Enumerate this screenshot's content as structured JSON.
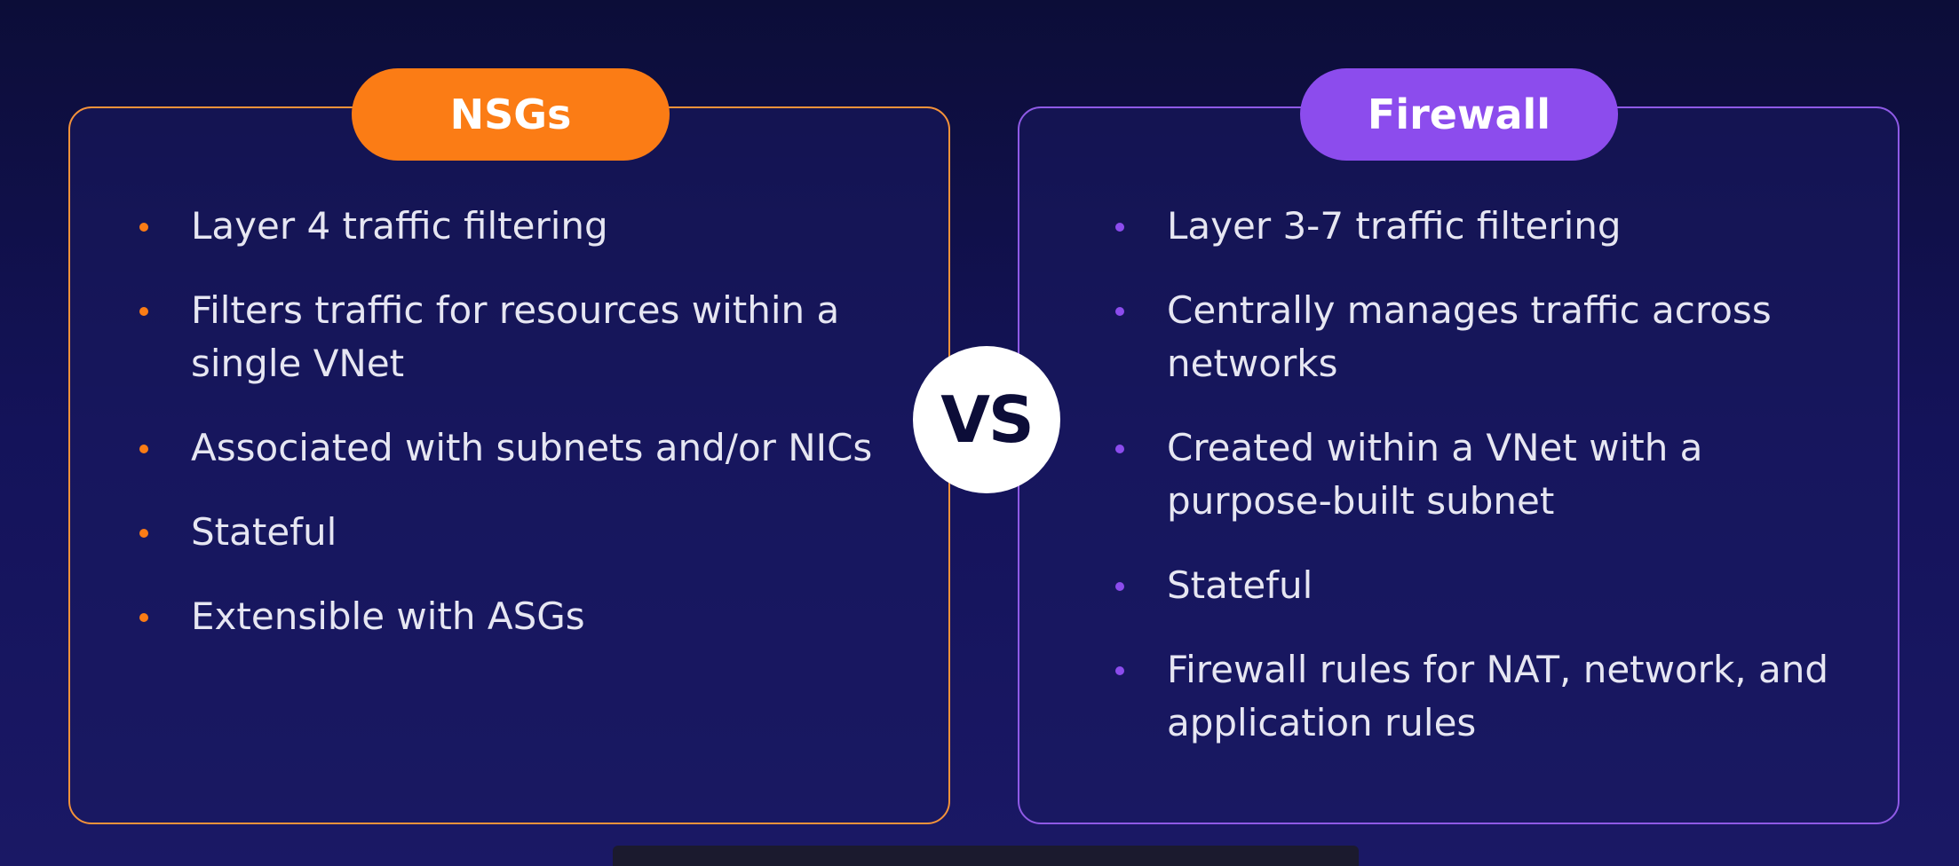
{
  "nsg": {
    "title": "NSGs",
    "accent_color": "#fb7c15",
    "items": [
      "Layer 4 traffic filtering",
      "Filters traffic for resources within a single VNet",
      "Associated with subnets and/or NICs",
      "Stateful",
      "Extensible with ASGs"
    ]
  },
  "firewall": {
    "title": "Firewall",
    "accent_color": "#8c4ced",
    "items": [
      "Layer 3-7 traffic filtering",
      "Centrally manages traffic across networks",
      "Created within a VNet with a purpose-built subnet",
      "Stateful",
      "Firewall rules for NAT, network, and application rules"
    ]
  },
  "vs_label": "VS"
}
